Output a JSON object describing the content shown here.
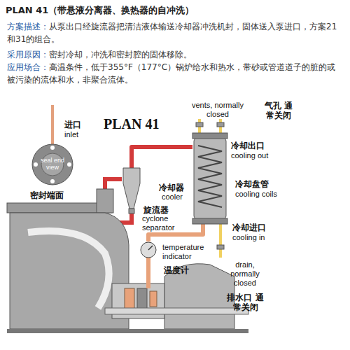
{
  "diagram": {
    "title": "PLAN 41（带悬液分离器、换热器的自冲洗）",
    "nodes": [
      {
        "text": [
          "seal end view",
          "密封端面"
        ]
      },
      {
        "text": [
          "旋流器",
          "cyclone separator"
        ]
      },
      {
        "text": [
          "冷却器",
          "cooler"
        ]
      },
      {
        "text": [
          "temperature indicator",
          "温度计"
        ]
      }
    ],
    "edges": [
      {
        "from": 1,
        "to": 2,
        "arrow": "none"
      },
      {
        "from": 2,
        "to": 3,
        "arrow": "none"
      }
    ],
    "labels": [
      "方案描述：",
      "从泵出口经旋流器把清洁液体输送冷却器冲洗机封，固体送入泵进口，方案21和31的组合。",
      "采用原因：",
      "密封冷却，冲洗和密封腔的固体移除。",
      "应用场合：",
      "高温条件，低于355°F（177°C）锅炉给水和热水，带砂或管道道子的脏的或被污染的流体和水，非聚合流体。",
      "PLAN 41",
      "进口",
      "inlet",
      "vents, normally closed",
      "气孔 通常关闭",
      "冷却出口",
      "cooling out",
      "冷却盘管",
      "cooling coils",
      "冷却进口",
      "cooling in",
      "drain, normally closed",
      "排水口 通常关闭"
    ]
  }
}
